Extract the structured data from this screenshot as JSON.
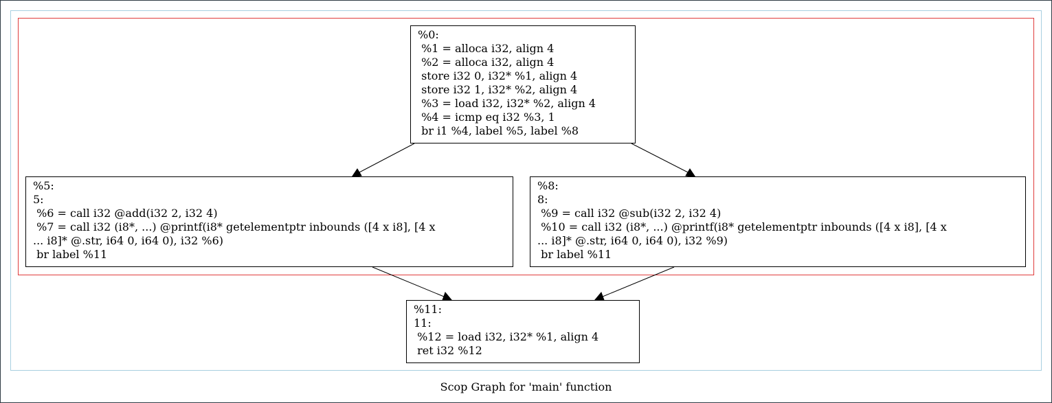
{
  "graph": {
    "caption": "Scop Graph for 'main' function",
    "colors": {
      "outer_cluster_border": "#a8cfe0",
      "inner_cluster_border": "#e03a3a",
      "node_border": "#000000",
      "edge": "#000000"
    },
    "nodes": [
      {
        "id": "%0",
        "lines": [
          "%0:",
          " %1 = alloca i32, align 4",
          " %2 = alloca i32, align 4",
          " store i32 0, i32* %1, align 4",
          " store i32 1, i32* %2, align 4",
          " %3 = load i32, i32* %2, align 4",
          " %4 = icmp eq i32 %3, 1",
          " br i1 %4, label %5, label %8"
        ]
      },
      {
        "id": "%5",
        "lines": [
          "%5:",
          "5:",
          " %6 = call i32 @add(i32 2, i32 4)",
          " %7 = call i32 (i8*, ...) @printf(i8* getelementptr inbounds ([4 x i8], [4 x",
          "... i8]* @.str, i64 0, i64 0), i32 %6)",
          " br label %11"
        ]
      },
      {
        "id": "%8",
        "lines": [
          "%8:",
          "8:",
          " %9 = call i32 @sub(i32 2, i32 4)",
          " %10 = call i32 (i8*, ...) @printf(i8* getelementptr inbounds ([4 x i8], [4 x",
          "... i8]* @.str, i64 0, i64 0), i32 %9)",
          " br label %11"
        ]
      },
      {
        "id": "%11",
        "lines": [
          "%11:",
          "11:",
          " %12 = load i32, i32* %1, align 4",
          " ret i32 %12"
        ]
      }
    ],
    "edges": [
      {
        "from": "%0",
        "to": "%5"
      },
      {
        "from": "%0",
        "to": "%8"
      },
      {
        "from": "%5",
        "to": "%11"
      },
      {
        "from": "%8",
        "to": "%11"
      }
    ]
  }
}
